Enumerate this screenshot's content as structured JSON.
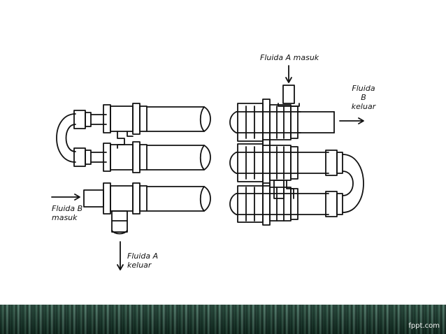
{
  "labels": {
    "fluid_a_in": "Fluida A masuk",
    "fluid_b_out_line1": "Fluida",
    "fluid_b_out_line2": "B",
    "fluid_b_out_line3": "keluar",
    "fluid_b_in_line1": "Fluida B",
    "fluid_b_in_line2": "masuk",
    "fluid_a_out_line1": "Fluida A",
    "fluid_a_out_line2": "keluar"
  },
  "footer": {
    "brand": "fppt.com",
    "bar_color": "#1c4434"
  },
  "colors": {
    "line": "#111111",
    "background": "#ffffff"
  }
}
